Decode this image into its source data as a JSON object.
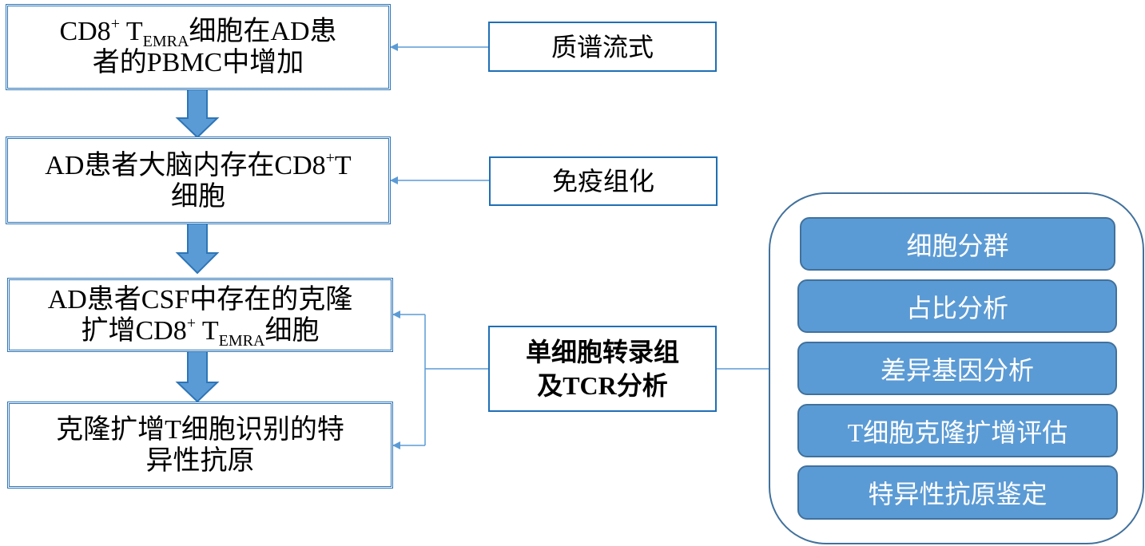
{
  "steps": [
    {
      "parts": [
        {
          "t": "CD8",
          "latin": true
        },
        {
          "sup": "+"
        },
        {
          "t": " T",
          "latin": true
        },
        {
          "sub": "EMRA"
        },
        {
          "t": "细胞在"
        },
        {
          "t": "AD",
          "latin": true
        },
        {
          "t": "患"
        },
        {
          "br": true
        },
        {
          "t": "者的"
        },
        {
          "t": "PBMC",
          "latin": true
        },
        {
          "t": "中增加"
        }
      ],
      "label": "CD8+ TEMRA细胞在AD患者的PBMC中增加"
    },
    {
      "parts": [
        {
          "t": "AD",
          "latin": true
        },
        {
          "t": "患者大脑内存在"
        },
        {
          "t": "CD8",
          "latin": true
        },
        {
          "sup": "+"
        },
        {
          "t": "T",
          "latin": true
        },
        {
          "br": true
        },
        {
          "t": "细胞"
        }
      ],
      "label": "AD患者大脑内存在CD8+T细胞"
    },
    {
      "parts": [
        {
          "t": "AD",
          "latin": true
        },
        {
          "t": "患者"
        },
        {
          "t": "CSF",
          "latin": true
        },
        {
          "t": "中存在的克隆"
        },
        {
          "br": true
        },
        {
          "t": "扩增"
        },
        {
          "t": "CD8",
          "latin": true
        },
        {
          "sup": "+"
        },
        {
          "t": " T",
          "latin": true
        },
        {
          "sub": "EMRA"
        },
        {
          "t": "细胞"
        }
      ],
      "label": "AD患者CSF中存在的克隆扩增CD8+ TEMRA细胞"
    },
    {
      "parts": [
        {
          "t": "克隆扩增"
        },
        {
          "t": "T",
          "latin": true
        },
        {
          "t": "细胞识别的特"
        },
        {
          "br": true
        },
        {
          "t": "异性抗原"
        }
      ],
      "label": "克隆扩增T细胞识别的特异性抗原"
    }
  ],
  "methods": [
    {
      "label": "质谱流式"
    },
    {
      "label": "免疫组化"
    },
    {
      "parts": [
        {
          "t": "单细胞转录组"
        },
        {
          "br": true
        },
        {
          "t": "及"
        },
        {
          "t": "TCR",
          "latin": true
        },
        {
          "t": "分析"
        }
      ],
      "label": "单细胞转录组及TCR分析"
    }
  ],
  "analyses": [
    {
      "parts": [
        {
          "t": "细胞分群"
        }
      ]
    },
    {
      "parts": [
        {
          "t": "占比分析"
        }
      ]
    },
    {
      "parts": [
        {
          "t": "差异基因分析"
        }
      ]
    },
    {
      "parts": [
        {
          "t": "T",
          "latin": true
        },
        {
          "t": "细胞克隆扩增评估"
        }
      ]
    },
    {
      "parts": [
        {
          "t": "特异性抗原鉴定"
        }
      ]
    }
  ],
  "colors": {
    "box_border": "#2e75b6",
    "arrow_fill": "#5b9bd5",
    "connector": "#5b9bd5",
    "item_fill": "#5b9bd5",
    "panel_border": "#41719c"
  }
}
